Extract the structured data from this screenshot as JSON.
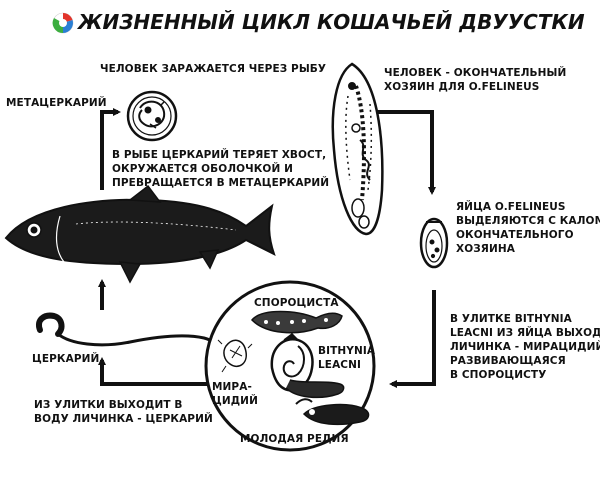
{
  "title": "ЖИЗНЕННЫЙ ЦИКЛ КОШАЧЬЕЙ ДВУУСТКИ",
  "labels": {
    "human_infection": "ЧЕЛОВЕК ЗАРАЖАЕТСЯ ЧЕРЕЗ РЫБУ",
    "metacercaria": "МЕТАЦЕРКАРИЙ",
    "fish_stage": [
      "В РЫБЕ ЦЕРКАРИЙ ТЕРЯЕТ ХВОСТ,",
      "ОКРУЖАЕТСЯ ОБОЛОЧКОЙ И",
      "ПРЕВРАЩАЕТСЯ В МЕТАЦЕРКАРИЙ"
    ],
    "final_host": [
      "ЧЕЛОВЕК - ОКОНЧАТЕЛЬНЫЙ",
      "ХОЗЯИН ДЛЯ O.FELINEUS"
    ],
    "eggs": [
      "ЯЙЦА O.FELINEUS",
      "ВЫДЕЛЯЮТСЯ С КАЛОМ",
      "ОКОНЧАТЕЛЬНОГО",
      "ХОЗЯИНА"
    ],
    "snail_stage": [
      "В УЛИТКЕ BITHYNIA",
      "LEACNI ИЗ ЯЙЦА ВЫХОДИТ",
      "ЛИЧИНКА - МИРАЦИДИЙ,",
      "РАЗВИВАЮЩАЯСЯ",
      "В СПОРОЦИСТУ"
    ],
    "sporocyst": "СПОРОЦИСТА",
    "bithynia": [
      "BITHYNIA",
      "LEACNI"
    ],
    "miracidium": [
      "МИРА-",
      "ЦИДИЙ"
    ],
    "young_redia": "МОЛОДАЯ РЕДИЯ",
    "cercaria": "ЦЕРКАРИЙ",
    "cercaria_exit": [
      "ИЗ УЛИТКИ ВЫХОДИТ В",
      "ВОДУ ЛИЧИНКА - ЦЕРКАРИЙ"
    ]
  },
  "colors": {
    "ink": "#111111",
    "logo_red": "#e2342b",
    "logo_blue": "#2a7fd4",
    "logo_green": "#3cae3f"
  }
}
